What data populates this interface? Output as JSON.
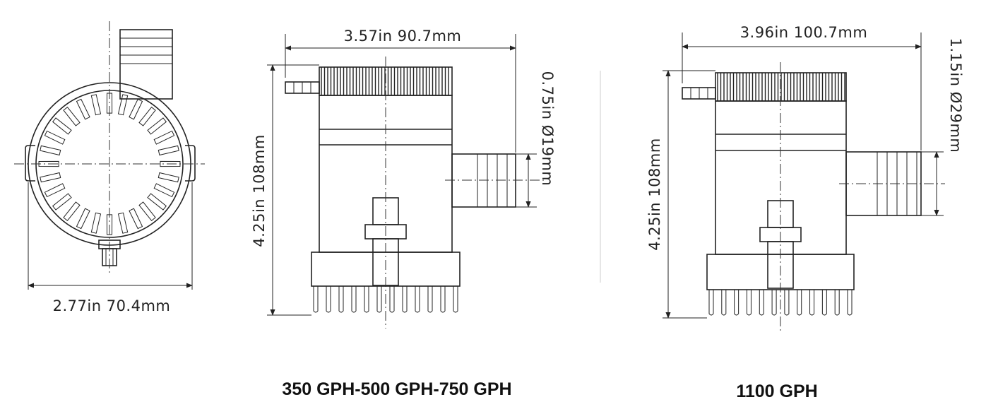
{
  "top_view": {
    "width_label": "2.77in  70.4mm"
  },
  "pump_small": {
    "width_label": "3.57in  90.7mm",
    "height_label": "4.25in  108mm",
    "outlet_label": "0.75in  Ø19mm",
    "caption": "350 GPH-500 GPH-750 GPH"
  },
  "pump_large": {
    "width_label": "3.96in  100.7mm",
    "height_label": "4.25in  108mm",
    "outlet_label": "1.15in  Ø29mm",
    "caption": "1100 GPH"
  }
}
